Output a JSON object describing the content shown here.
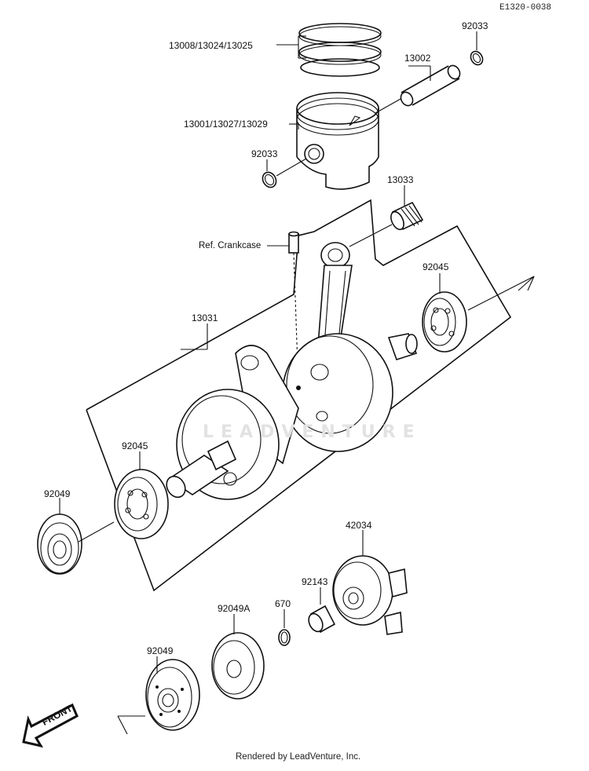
{
  "diagram": {
    "code": "E1320-0038",
    "footer": "Rendered by LeadVenture, Inc.",
    "watermark": "LEADVENTURE",
    "front_badge": "FRONT",
    "labels": {
      "piston_rings": "13008/13024/13025",
      "piston_pin": "13002",
      "circlip_top": "92033",
      "piston": "13001/13027/13029",
      "circlip_left": "92033",
      "needle_bearing": "13033",
      "ref_crankcase": "Ref. Crankcase",
      "bearing_right": "92045",
      "crankshaft_assy": "13031",
      "bearing_left": "92045",
      "oil_seal_left": "92049",
      "rotor": "42034",
      "collar": "92143",
      "oring": "670",
      "seal_a": "92049A",
      "oil_seal_bottom": "92049"
    }
  }
}
